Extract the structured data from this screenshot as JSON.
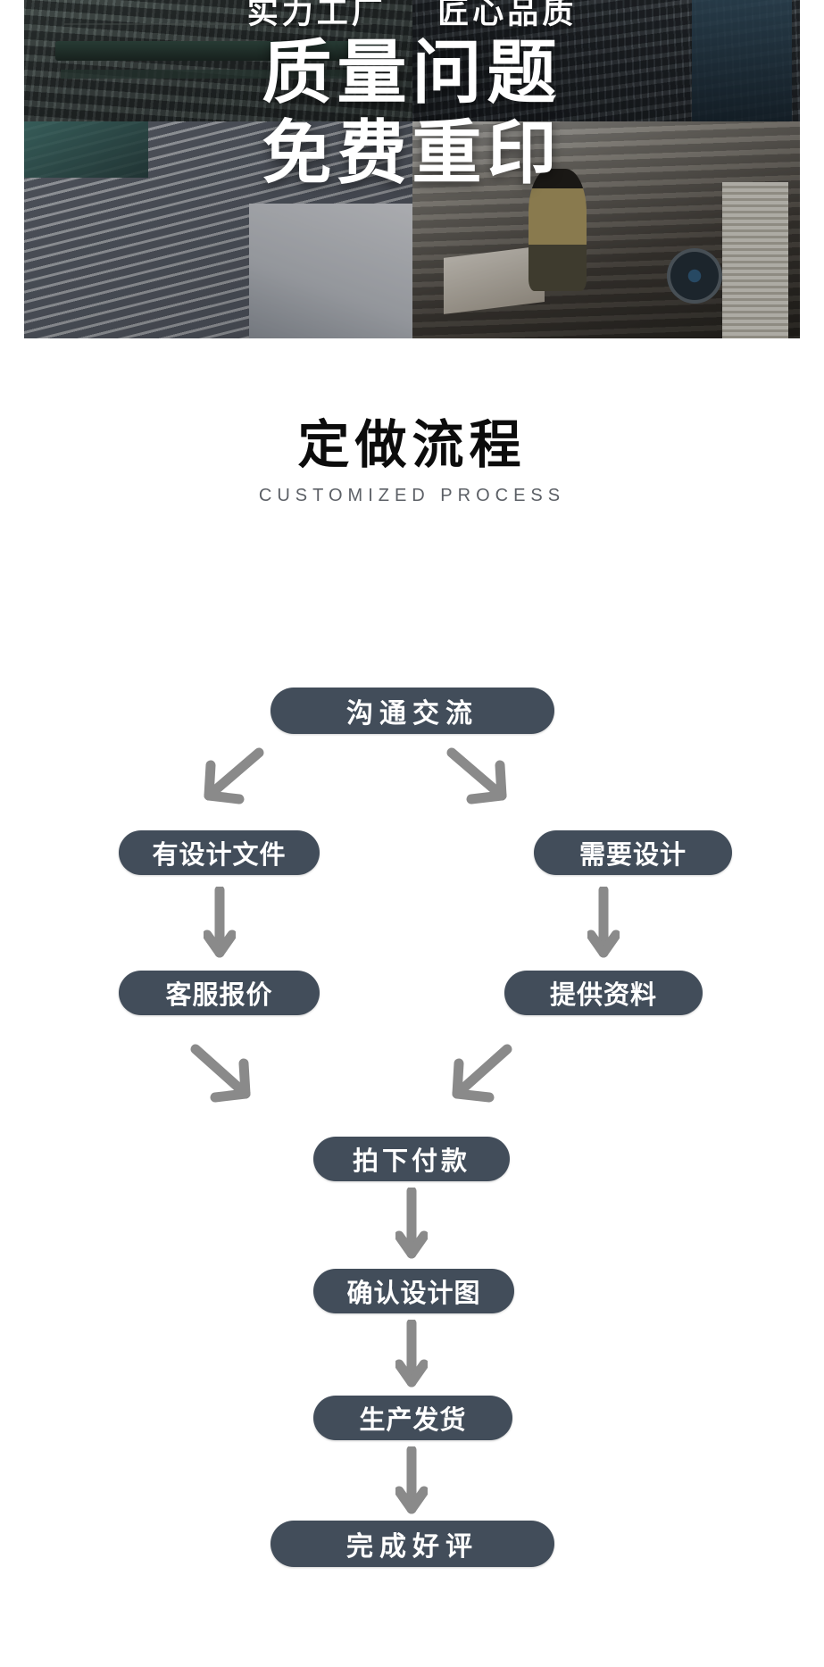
{
  "hero": {
    "tagline_left": "实力工厂",
    "tagline_right": "匠心品质",
    "headline_line1": "质量问题",
    "headline_line2": "免费重印",
    "photo_captions": [
      "printing-press-rollers",
      "machinery-dark-workshop",
      "stacked-printed-sheets",
      "worker-handling-paper-stacks"
    ]
  },
  "section": {
    "title": "定做流程",
    "subtitle": "CUSTOMIZED PROCESS"
  },
  "flow": {
    "node_color": "#424d5a",
    "arrow_color": "#8a8a8a",
    "text_color": "#ffffff",
    "nodes": [
      {
        "id": "communicate",
        "label": "沟通交流",
        "level": 1
      },
      {
        "id": "has-design-file",
        "label": "有设计文件",
        "level": 2,
        "branch": "left"
      },
      {
        "id": "need-design",
        "label": "需要设计",
        "level": 2,
        "branch": "right"
      },
      {
        "id": "service-quote",
        "label": "客服报价",
        "level": 3,
        "branch": "left"
      },
      {
        "id": "provide-material",
        "label": "提供资料",
        "level": 3,
        "branch": "right"
      },
      {
        "id": "place-order-pay",
        "label": "拍下付款",
        "level": 4
      },
      {
        "id": "confirm-design",
        "label": "确认设计图",
        "level": 5
      },
      {
        "id": "produce-ship",
        "label": "生产发货",
        "level": 6
      },
      {
        "id": "complete-review",
        "label": "完成好评",
        "level": 7
      }
    ],
    "edges": [
      {
        "from": "communicate",
        "to": "has-design-file",
        "type": "diagonal-left"
      },
      {
        "from": "communicate",
        "to": "need-design",
        "type": "diagonal-right"
      },
      {
        "from": "has-design-file",
        "to": "service-quote",
        "type": "down"
      },
      {
        "from": "need-design",
        "to": "provide-material",
        "type": "down"
      },
      {
        "from": "service-quote",
        "to": "place-order-pay",
        "type": "diagonal-right"
      },
      {
        "from": "provide-material",
        "to": "place-order-pay",
        "type": "diagonal-left"
      },
      {
        "from": "place-order-pay",
        "to": "confirm-design",
        "type": "down"
      },
      {
        "from": "confirm-design",
        "to": "produce-ship",
        "type": "down"
      },
      {
        "from": "produce-ship",
        "to": "complete-review",
        "type": "down"
      }
    ]
  }
}
